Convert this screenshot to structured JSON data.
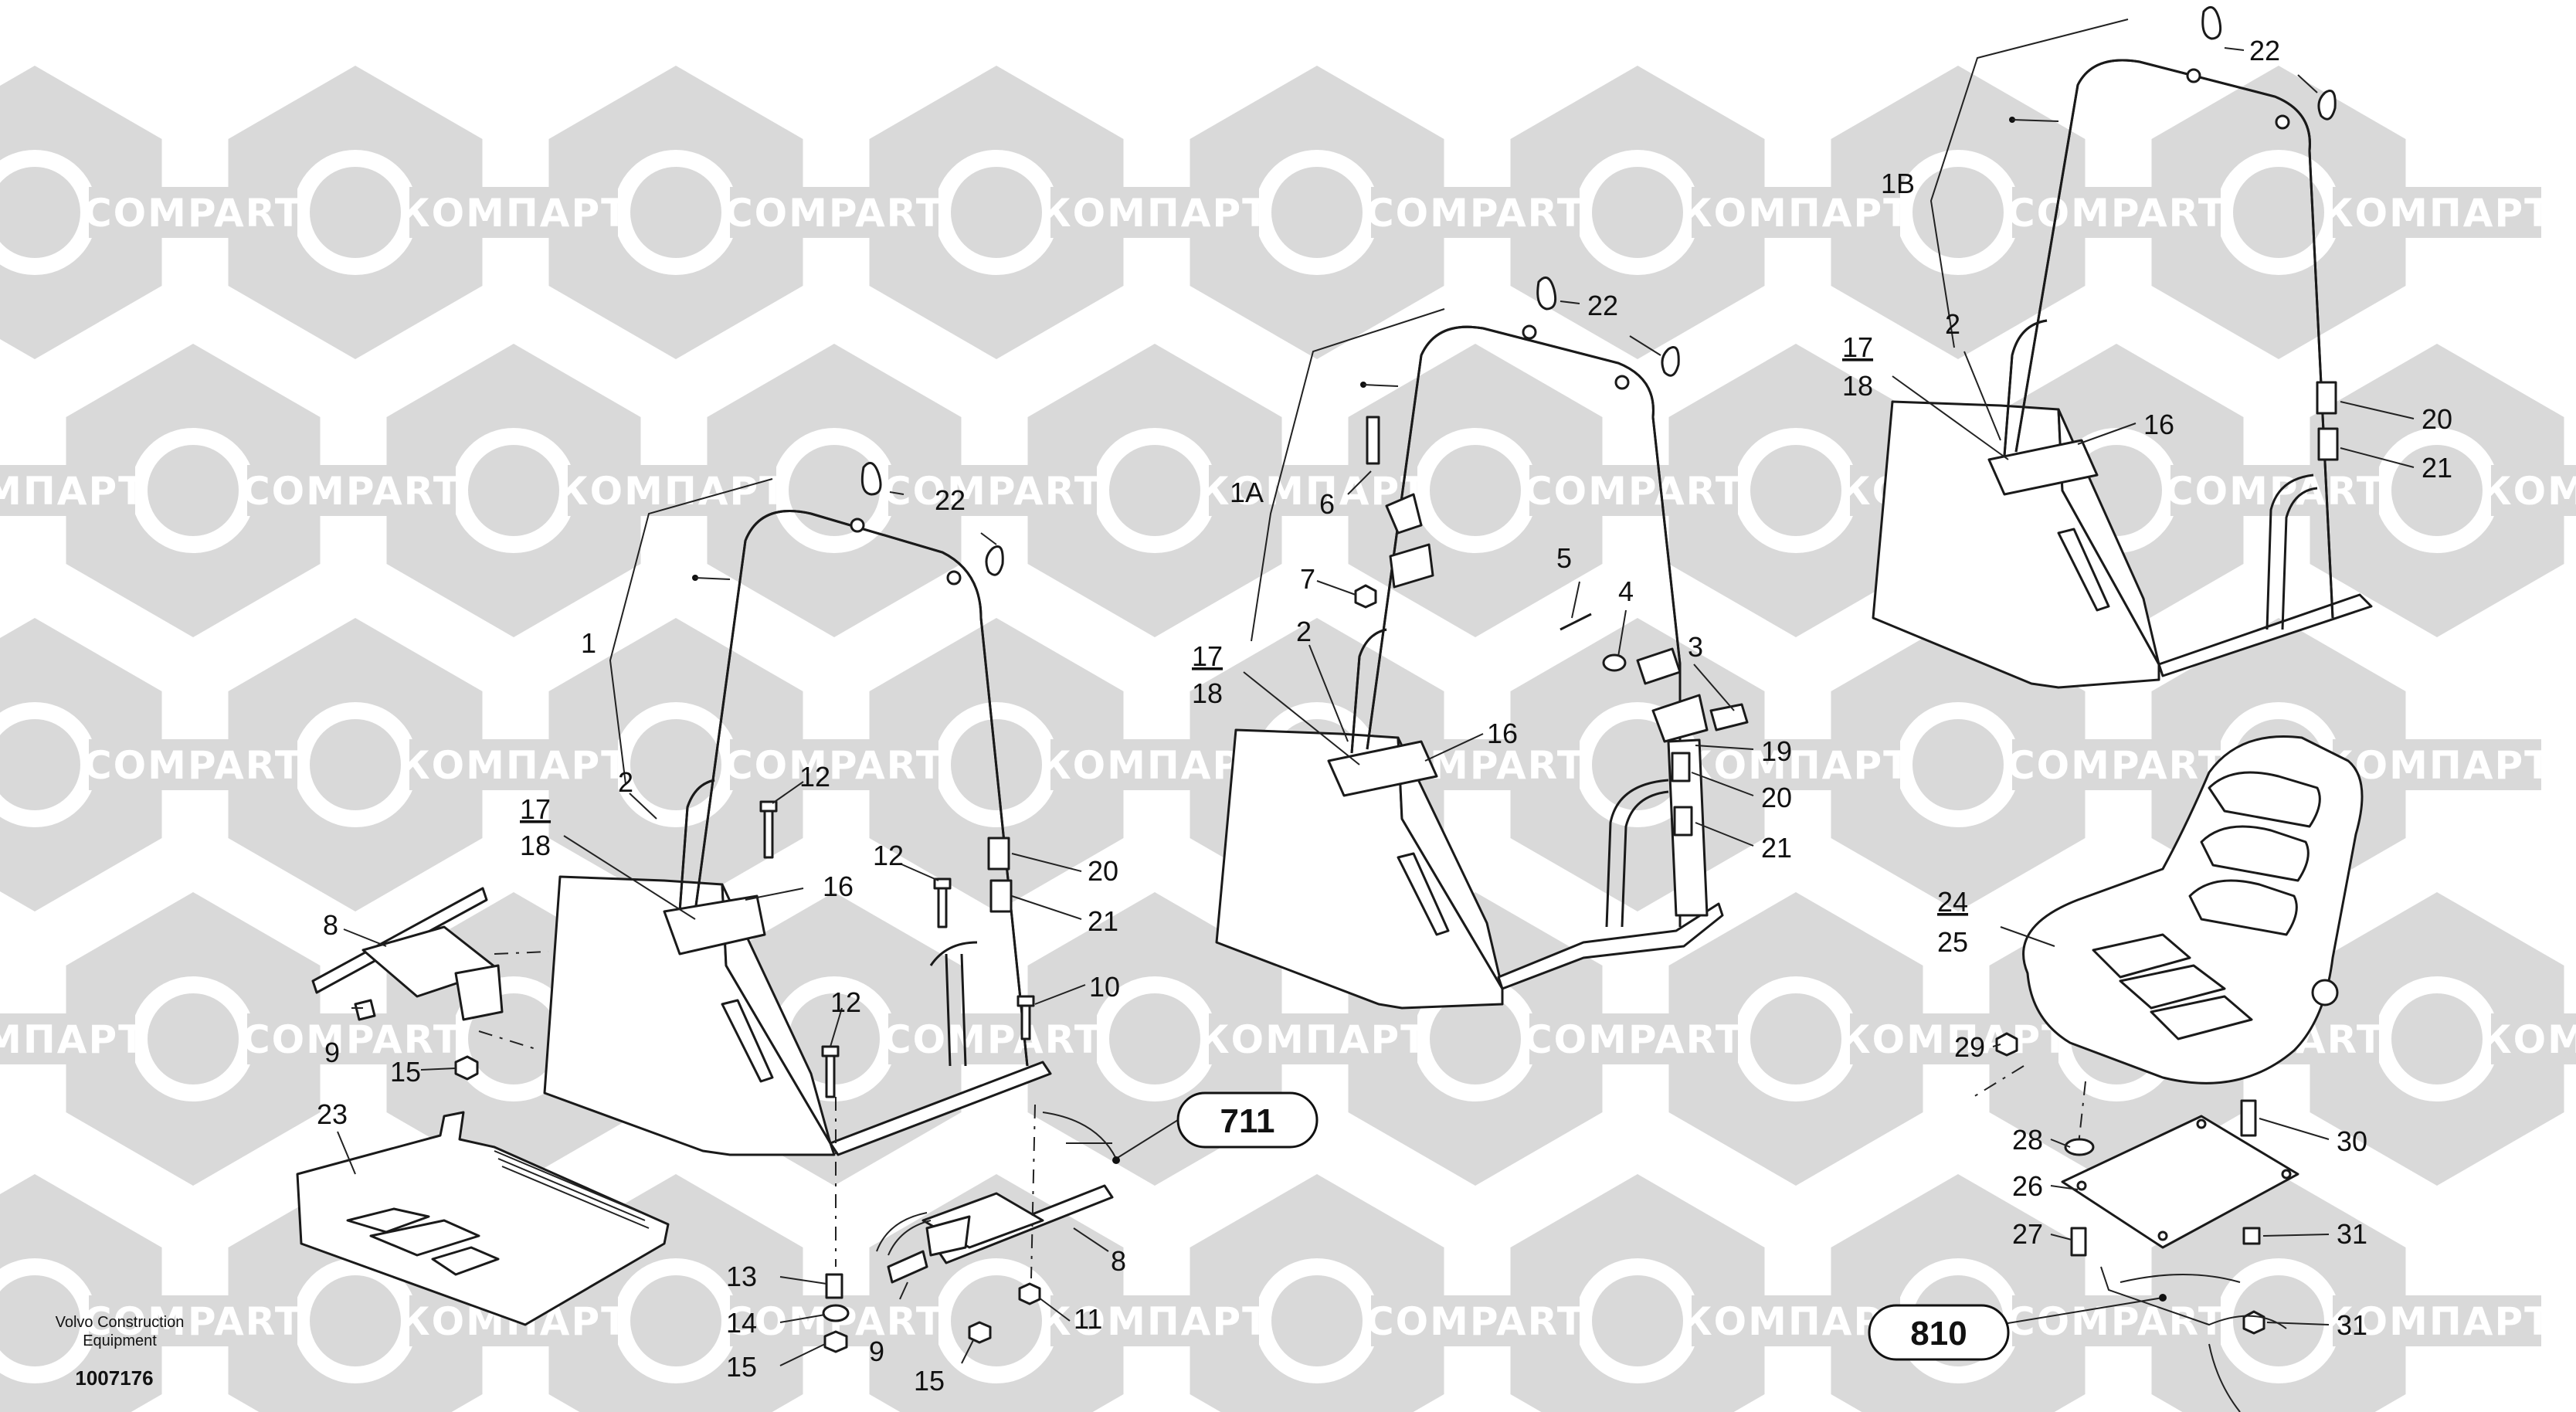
{
  "watermark": {
    "brand_latin": "COMPART",
    "brand_cyrillic": "КОМПАРТ",
    "color": "#d9d9d9"
  },
  "footer": {
    "company_line1": "Volvo Construction",
    "company_line2": "Equipment",
    "drawing_number": "1007176"
  },
  "callouts": {
    "c711": "711",
    "c810": "810"
  },
  "labels": {
    "n1": "1",
    "n1A": "1A",
    "n1B": "1B",
    "n2a": "2",
    "n2b": "2",
    "n2c": "2",
    "n3": "3",
    "n4": "4",
    "n5": "5",
    "n6": "6",
    "n7": "7",
    "n8a": "8",
    "n8b": "8",
    "n9a": "9",
    "n9b": "9",
    "n10": "10",
    "n11": "11",
    "n12a": "12",
    "n12b": "12",
    "n12c": "12",
    "n13": "13",
    "n14": "14",
    "n15a": "15",
    "n15b": "15",
    "n15c": "15",
    "n16a": "16",
    "n16b": "16",
    "n16c": "16",
    "n17a": "17",
    "n17b": "17",
    "n17c": "17",
    "n18a": "18",
    "n18b": "18",
    "n18c": "18",
    "n19": "19",
    "n20a": "20",
    "n20b": "20",
    "n20c": "20",
    "n21a": "21",
    "n21b": "21",
    "n21c": "21",
    "n22a": "22",
    "n22b": "22",
    "n22c": "22",
    "n23": "23",
    "n24": "24",
    "n25": "25",
    "n26": "26",
    "n27": "27",
    "n28": "28",
    "n29": "29",
    "n30": "30",
    "n31a": "31",
    "n31b": "31"
  }
}
